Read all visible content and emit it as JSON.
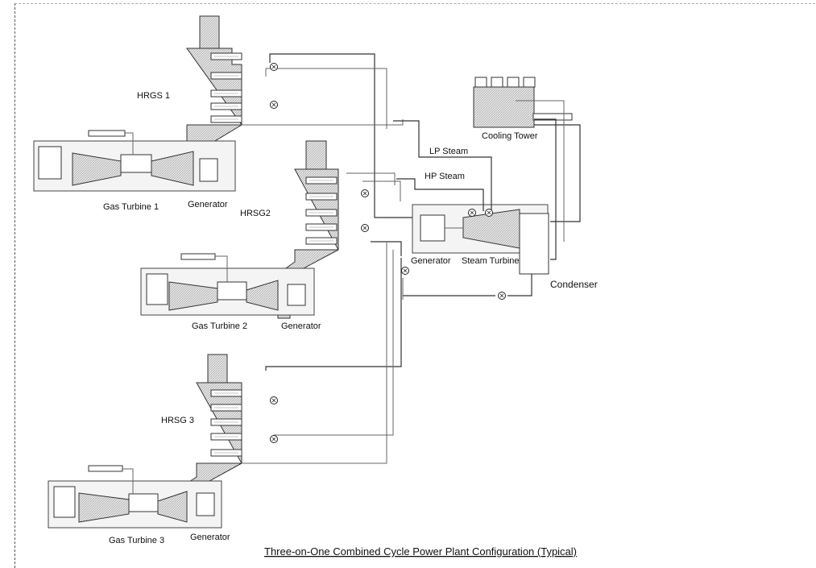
{
  "labels": {
    "hrsg1": "HRGS 1",
    "hrsg2": "HRSG2",
    "hrsg3": "HRSG 3",
    "gas_turbine_1": "Gas Turbine 1",
    "gas_turbine_2": "Gas Turbine 2",
    "gas_turbine_3": "Gas Turbine 3",
    "generator_1": "Generator",
    "generator_2": "Generator",
    "generator_3": "Generator",
    "generator_st": "Generator",
    "steam_turbine": "Steam Turbine",
    "condenser": "Condenser",
    "cooling_tower": "Cooling Tower",
    "lp_steam": "LP Steam",
    "hp_steam": "HP Steam"
  },
  "caption": "Three-on-One Combined Cycle Power Plant Configuration (Typical)",
  "colors": {
    "line": "#333333",
    "background": "#ffffff"
  }
}
